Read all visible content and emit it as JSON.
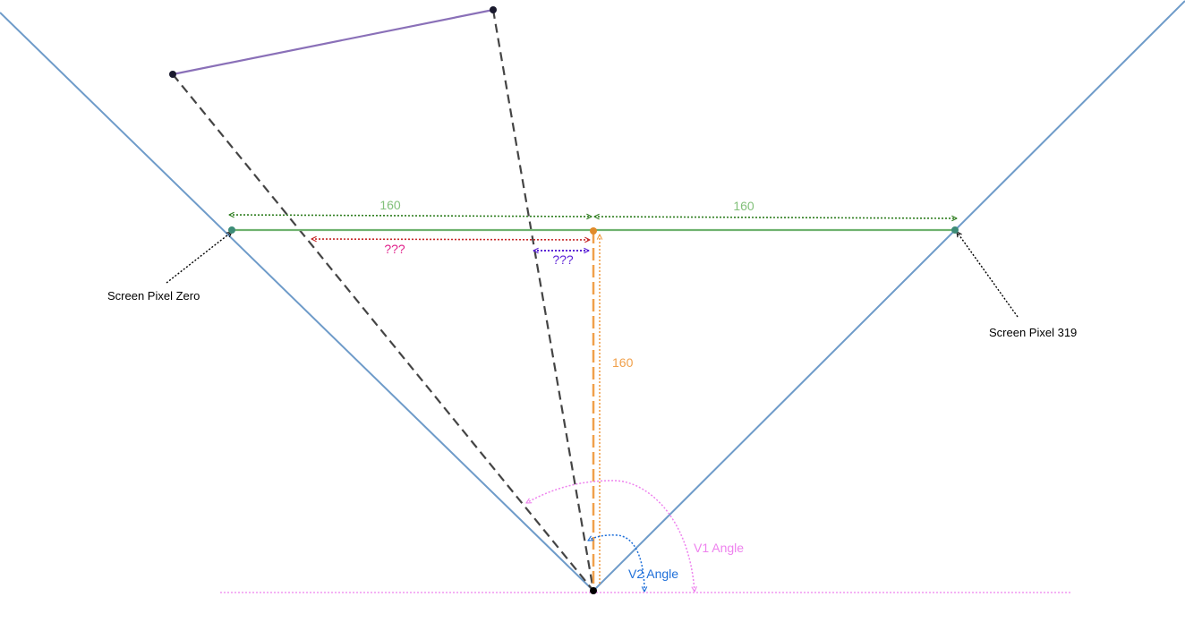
{
  "labels": {
    "half_width_left": "160",
    "half_width_right": "160",
    "distance": "160",
    "unknown_left": "???",
    "unknown_right": "???",
    "screen_pixel_zero": "Screen Pixel Zero",
    "screen_pixel_319": "Screen Pixel 319",
    "v1_angle": "V1 Angle",
    "v2_angle": "V2 Angle"
  },
  "colors": {
    "frustum": "#6e9bc9",
    "wall": "#8a70b8",
    "projection_ray": "#444444",
    "screen_plane": "#6fb26f",
    "screen_dimension": "#2e7d1f",
    "screen_dimension_text": "#82c07a",
    "center_distance": "#f0a04b",
    "unknown_left": "#c62828",
    "unknown_left_text": "#e0208a",
    "unknown_right": "#5b21d6",
    "v1_angle": "#ee82ee",
    "v2_angle": "#1e6fd9",
    "baseline": "#ee82ee",
    "pointer": "#000000"
  }
}
